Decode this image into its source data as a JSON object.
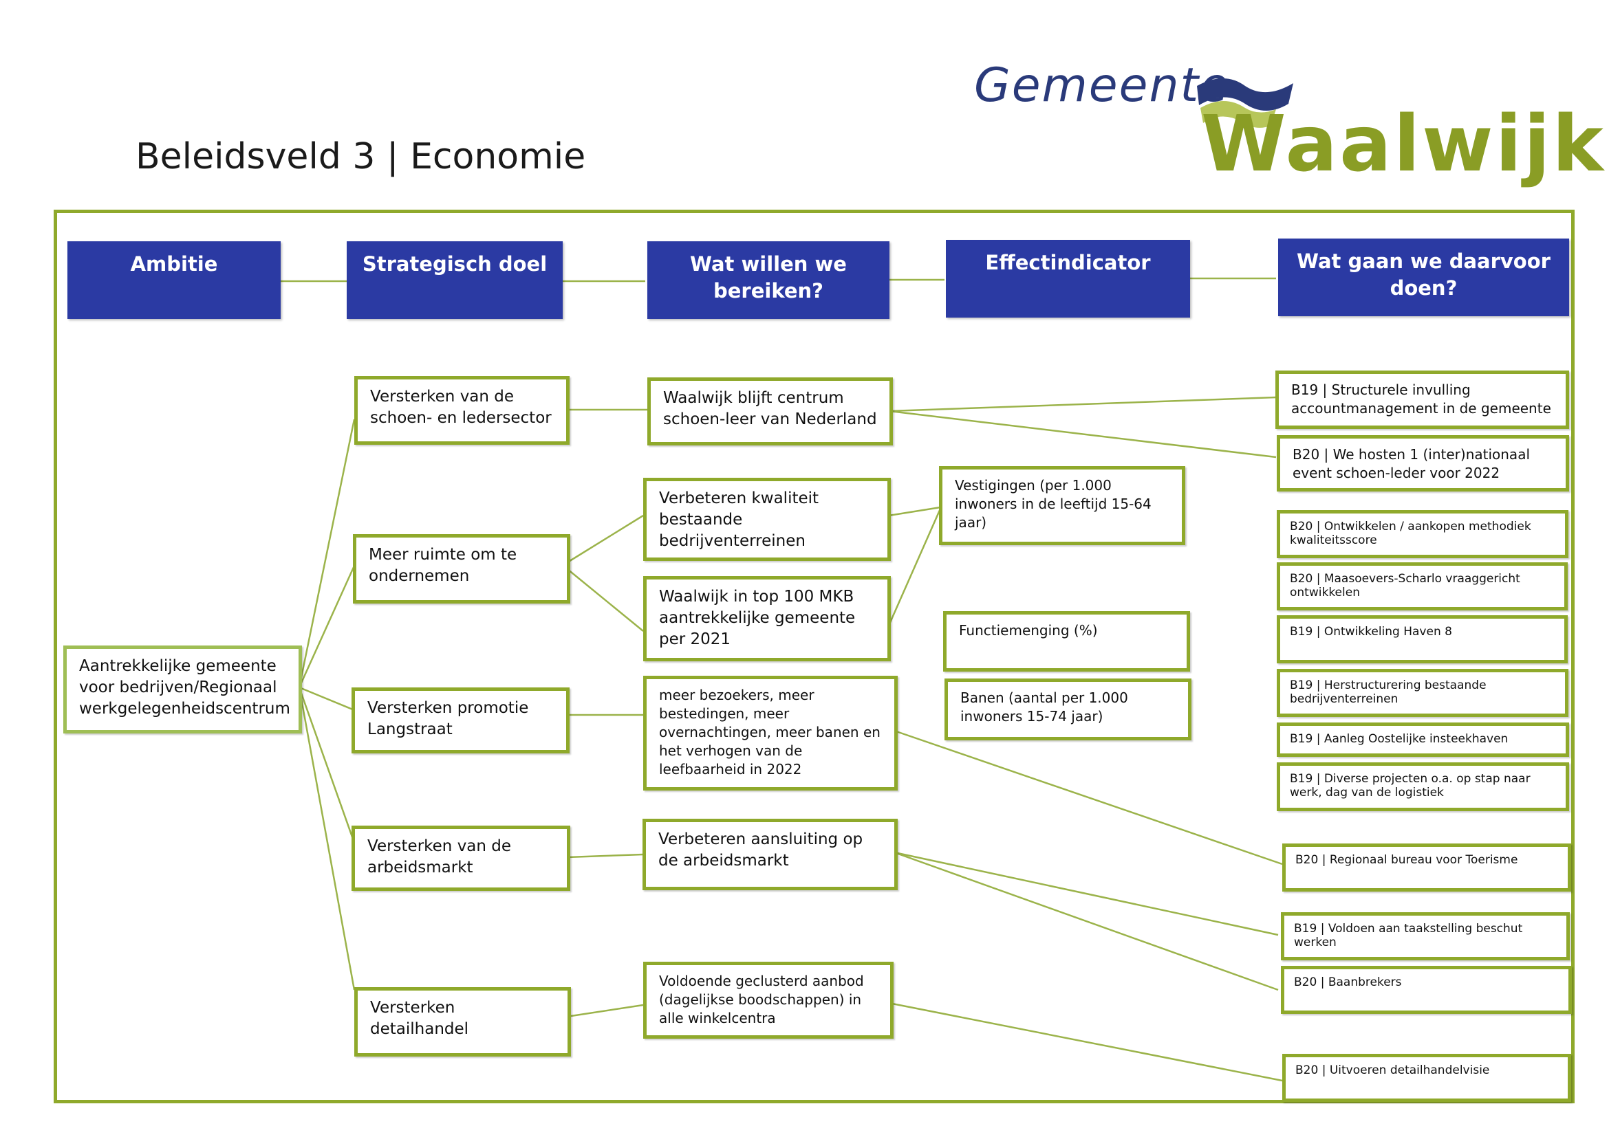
{
  "page": {
    "title": "Beleidsveld 3 | Economie"
  },
  "logo": {
    "line1": "Gemeente",
    "line2": "Waalwijk"
  },
  "colors": {
    "header_blue": "#2b3aa3",
    "border_green": "#8fa92b",
    "line_green": "#9bb34a"
  },
  "headers": [
    "Ambitie",
    "Strategisch doel",
    "Wat willen we bereiken?",
    "Effectindicator",
    "Wat gaan we daarvoor doen?"
  ],
  "ambitie": "Aantrekkelijke gemeente voor bedrijven/Regionaal werkgelegenheidscentrum",
  "doelen": [
    "Versterken van de schoen- en ledersector",
    "Meer ruimte om te ondernemen",
    "Versterken promotie Langstraat",
    "Versterken van de arbeidsmarkt",
    "Versterken detailhandel"
  ],
  "bereiken": [
    "Waalwijk blijft centrum schoen-leer van Nederland",
    "Verbeteren kwaliteit bestaande bedrijventerreinen",
    "Waalwijk in top 100 MKB aantrekkelijke gemeente per 2021",
    "meer bezoekers, meer bestedingen, meer overnachtingen, meer banen en het verhogen van de leefbaarheid in 2022",
    "Verbeteren aansluiting op de arbeidsmarkt",
    "Voldoende geclusterd aanbod (dagelijkse boodschappen) in alle winkelcentra"
  ],
  "indicatoren": [
    "Vestigingen (per 1.000 inwoners in de leeftijd 15-64 jaar)",
    "Functiemenging (%)",
    "Banen (aantal per 1.000 inwoners 15-74 jaar)"
  ],
  "acties": [
    "B19 | Structurele invulling accountmanagement in de gemeente",
    "B20 | We hosten 1 (inter)nationaal event schoen-leder voor 2022",
    "B20 | Ontwikkelen / aankopen methodiek kwaliteitsscore",
    "B20 | Maasoevers-Scharlo vraaggericht ontwikkelen",
    "B19 | Ontwikkeling Haven 8",
    "B19 | Herstructurering bestaande bedrijventerreinen",
    "B19 | Aanleg Oostelijke insteekhaven",
    "B19 | Diverse projecten o.a. op stap naar werk, dag van de logistiek",
    "B20 | Regionaal bureau voor Toerisme",
    "B19 | Voldoen aan taakstelling beschut werken",
    "B20 | Baanbrekers",
    "B20 | Uitvoeren detailhandelvisie"
  ]
}
